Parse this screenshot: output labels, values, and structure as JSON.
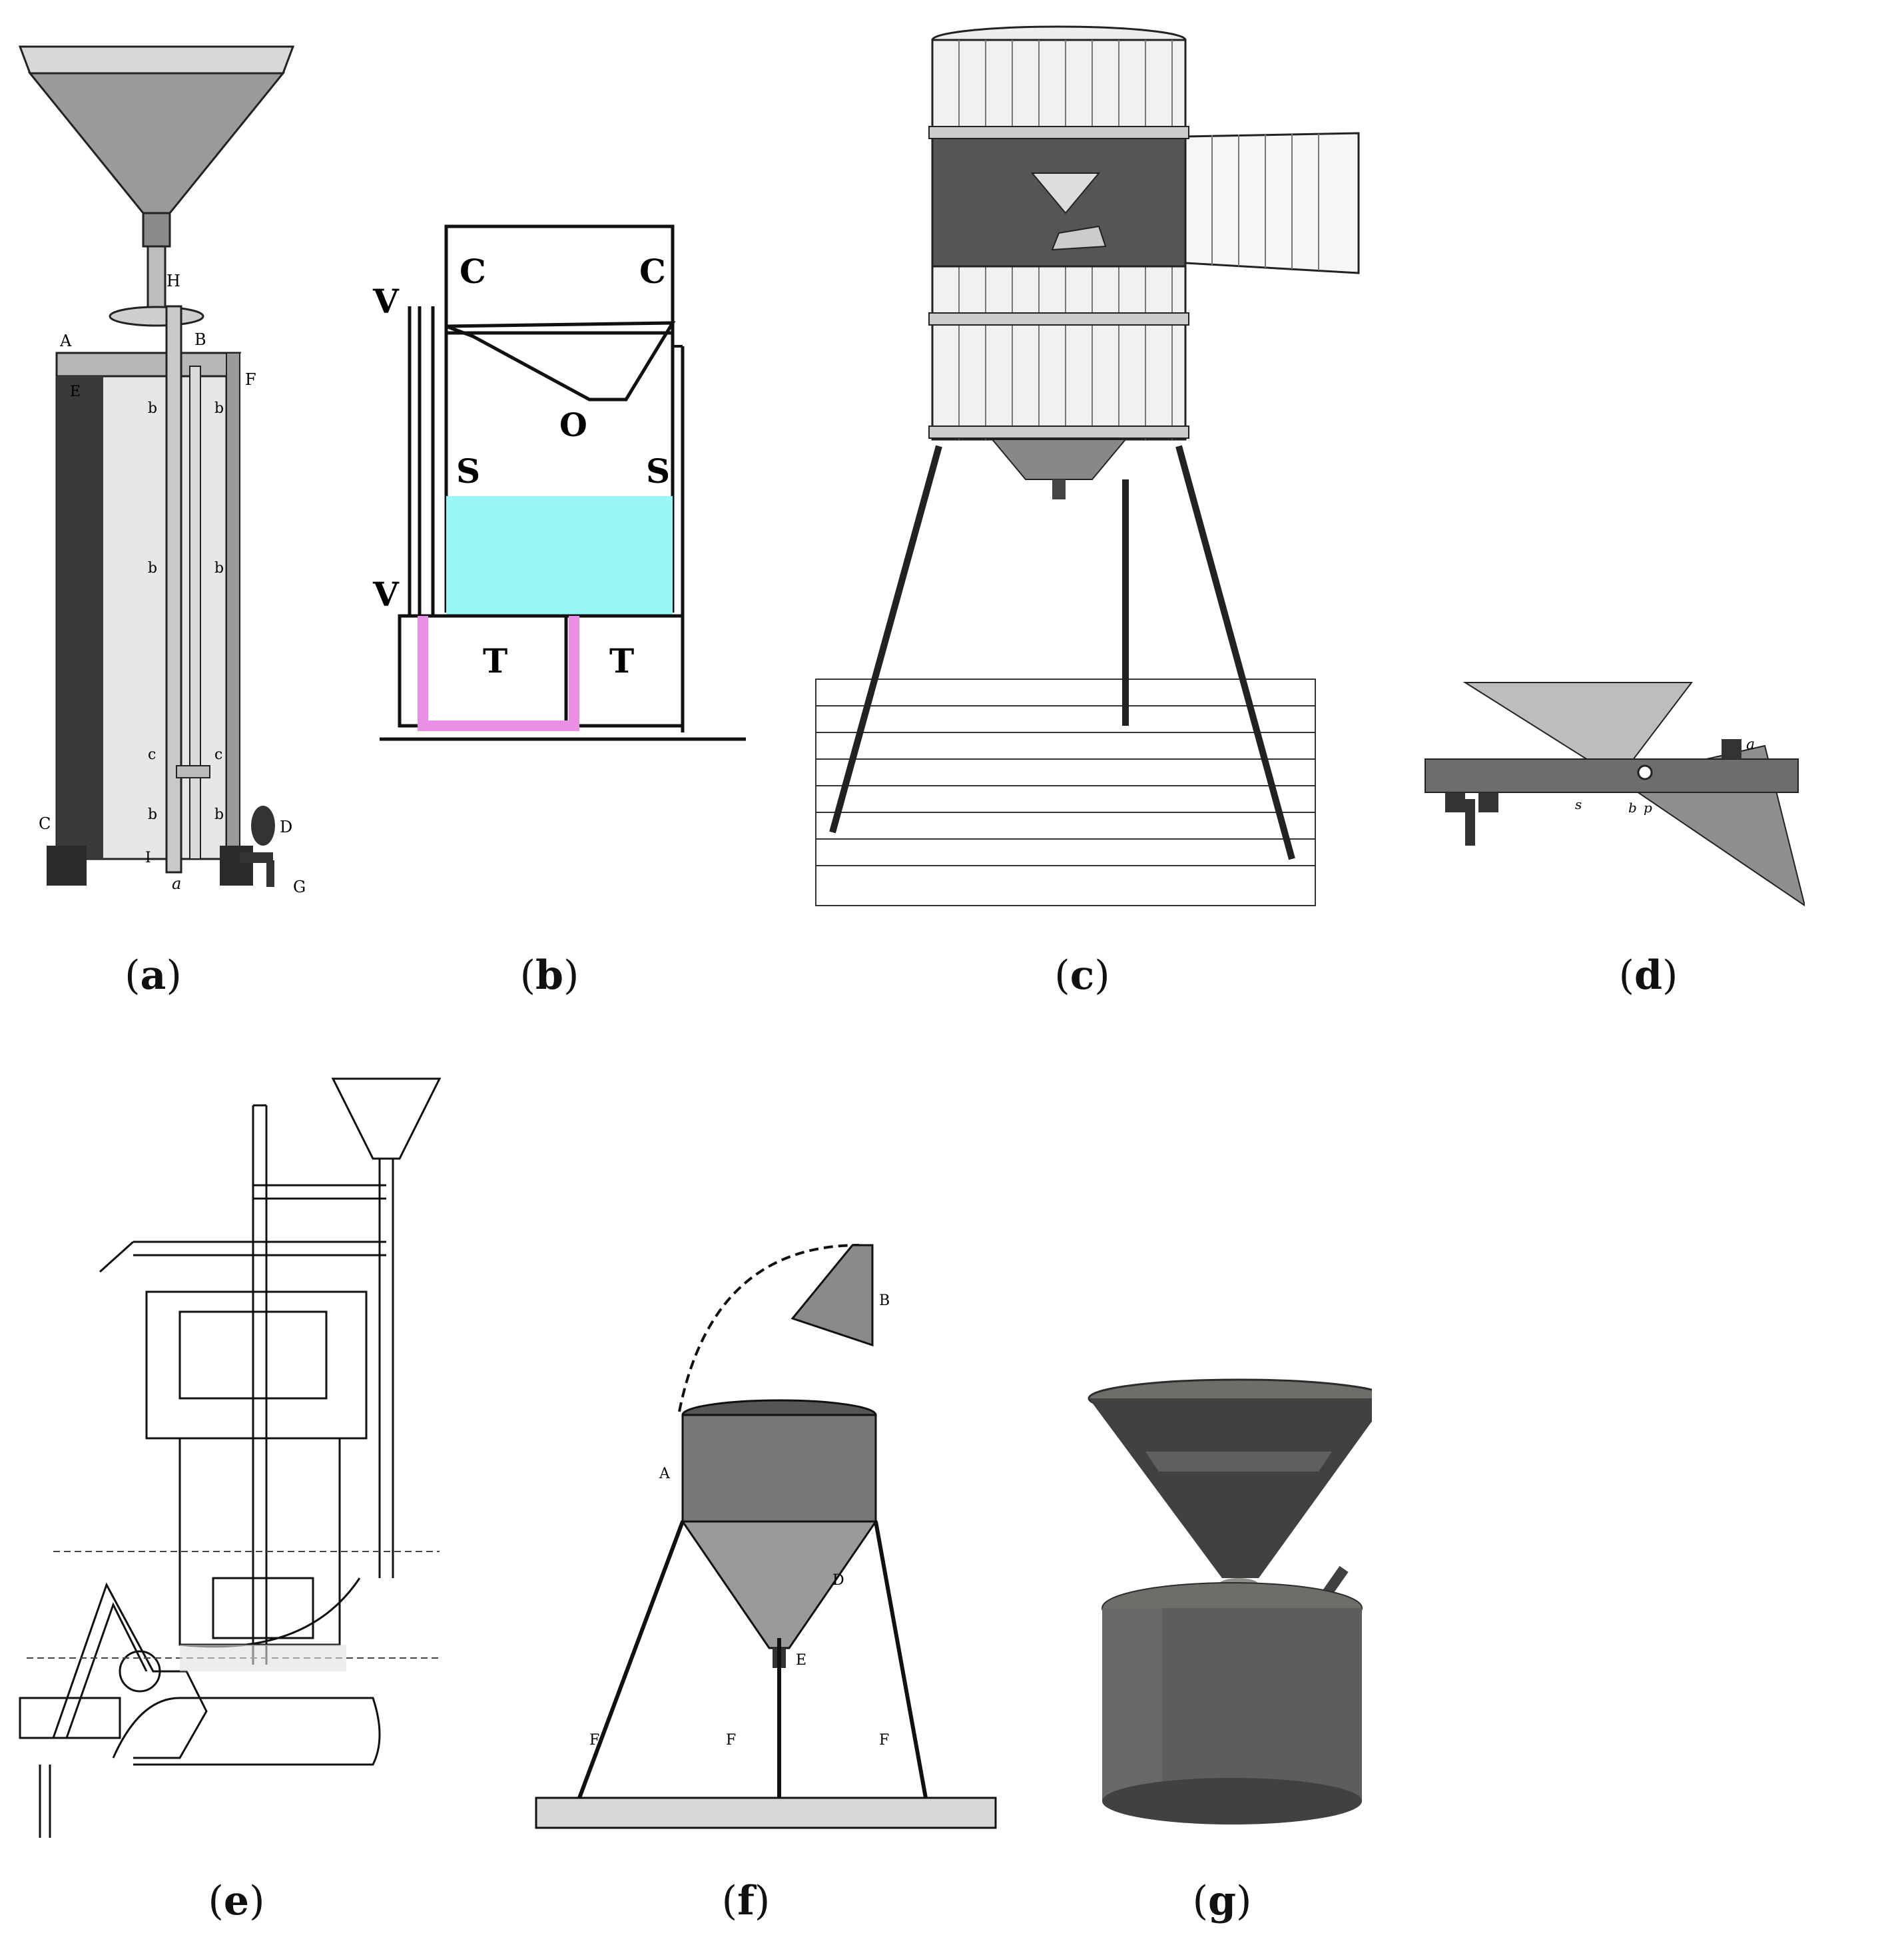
{
  "panels": [
    {
      "id": "a",
      "caption": "a",
      "labels": [
        "A",
        "B",
        "C",
        "D",
        "E",
        "F",
        "G",
        "H",
        "I",
        "a",
        "b",
        "c"
      ]
    },
    {
      "id": "b",
      "caption": "b",
      "labels": [
        "V",
        "V",
        "C",
        "C",
        "O",
        "S",
        "S",
        "T",
        "T"
      ],
      "colors": {
        "water": "#99f7f8",
        "tube": "#e98fe6"
      }
    },
    {
      "id": "c",
      "caption": "c"
    },
    {
      "id": "d",
      "caption": "d",
      "labels": [
        "a",
        "s",
        "b",
        "p"
      ]
    },
    {
      "id": "e",
      "caption": "e"
    },
    {
      "id": "f",
      "caption": "f",
      "labels": [
        "A",
        "B",
        "D",
        "E",
        "F",
        "F",
        "F"
      ]
    },
    {
      "id": "g",
      "caption": "g",
      "colors": {
        "metal_dark": "#3f423f",
        "metal_mid": "#6b6e69",
        "metal_light": "#8b8d88"
      }
    }
  ]
}
